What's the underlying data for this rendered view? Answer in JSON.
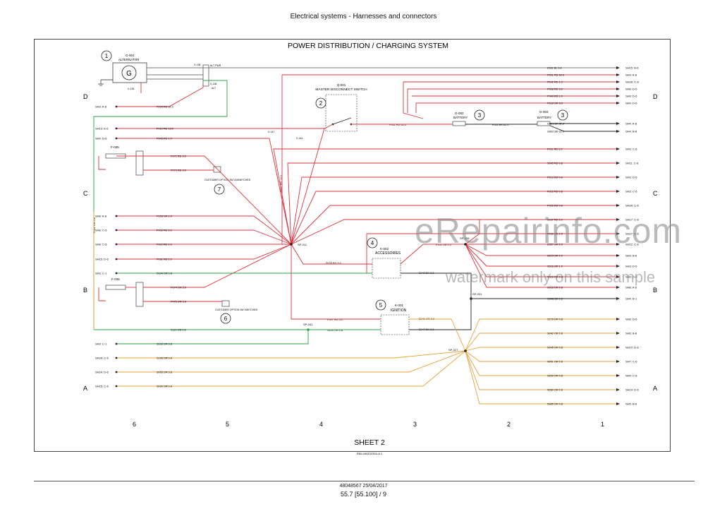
{
  "header": {
    "page_title": "Electrical systems - Harnesses and connectors"
  },
  "diagram": {
    "title": "POWER DISTRIBUTION / CHARGING SYSTEM",
    "sheet": "SHEET 2",
    "doc_code": "RAIL16DDZ001LA   1",
    "row_letters": {
      "d": "D",
      "c": "C",
      "b": "B",
      "a": "A"
    },
    "col_numbers": {
      "c6": "6",
      "c5": "5",
      "c4": "4",
      "c3": "3",
      "c2": "2",
      "c1": "1"
    },
    "callouts": {
      "n1": "1",
      "n2": "2",
      "n3a": "3",
      "n3b": "3",
      "n4": "4",
      "n5": "5",
      "n6": "6",
      "n7": "7"
    },
    "components": {
      "g001": "G-001",
      "g001_desc": "ALTERNATOR",
      "g001_symbol": "G",
      "q001": "Q-001",
      "q001_desc": "MASTER DISCONNECT SWITCH",
      "g002": "G-002",
      "g002_desc": "BATTERY",
      "g003": "G-003",
      "g003_desc": "BATTERY",
      "k002": "K-002",
      "k002_desc": "ACCESSORIES",
      "k001": "K-001",
      "k001_desc": "IGNITION",
      "f035": "F-035",
      "f036": "F-036",
      "sp011": "SP-011",
      "sp026": "SP-026",
      "sp027": "SP-027",
      "sp031": "SP-031",
      "sp041": "SP-041",
      "opt7_desc": "CUSTOMER OPTION 3W UNSWITCHED",
      "opt6_desc": "CUSTOMER OPTION 3W SWITCHED",
      "x138": "X-138",
      "alt_pwr": "ALT PWR",
      "x135": "X-135",
      "x136": "X-136",
      "alt": "ALT",
      "x147": "X-147",
      "x144": "X-144"
    },
    "left_refs": [
      {
        "ref": "SH3: A-6",
        "wire": "P004 RD 32.0"
      },
      {
        "ref": "SH19: E-6",
        "wire": "P010 RD 13.0"
      },
      {
        "ref": "SH9: D-6",
        "wire": "P043 RD 1.0"
      },
      {
        "ref": "",
        "wire": "P072 RD 3.0"
      },
      {
        "ref": "",
        "wire": "P073 RD 3.0"
      },
      {
        "ref": "SH8: A-8",
        "wire": "P105 OR 2.0"
      },
      {
        "ref": "SH8: C-6",
        "wire": "P003 RD 2.0"
      },
      {
        "ref": "SH8: C-6",
        "wire": "P029 RD 2.0"
      },
      {
        "ref": "SH15: D-6",
        "wire": "P031 RD 2.0"
      },
      {
        "ref": "SH3: C-1",
        "wire": "S104 OR 0.8"
      },
      {
        "ref": "",
        "wire": "P074 OR 3.0"
      },
      {
        "ref": "",
        "wire": "P075 OR 3.0"
      },
      {
        "ref": "",
        "wire": "S110 OR 0.8"
      },
      {
        "ref": "SH3: C-1",
        "wire": "S105 OR 0.8"
      },
      {
        "ref": "SH28: C-6",
        "wire": "S108 OR 0.8"
      },
      {
        "ref": "SH24: D-6",
        "wire": "S095 OR 0.8"
      },
      {
        "ref": "SH15: C-6",
        "wire": "S090 OR 0.8"
      }
    ],
    "right_refs": [
      {
        "wire": "Z132 BL 0.8",
        "ref": "SH15: B-6"
      },
      {
        "wire": "P001 RD 62.0",
        "ref": "SH3: A-8"
      },
      {
        "wire": "P042 RD 1.0",
        "ref": "SH28: C-8"
      },
      {
        "wire": "P008 RD 3.0",
        "ref": "SH8: D-6"
      },
      {
        "wire": "P040 RD 1.0",
        "ref": "SH9: D-6"
      },
      {
        "wire": "P018 OR 3.0",
        "ref": "SH9: D-6"
      },
      {
        "wire": "G001 BK 62.0",
        "ref": "SH4: A-8"
      },
      {
        "wire": "G002 BK 62.0",
        "ref": "SH4: B-8"
      },
      {
        "wire": "P011 RD 1.0",
        "ref": "SH3: C-6"
      },
      {
        "wire": "S045 RD 0.8",
        "ref": "SH11: C-6"
      },
      {
        "wire": "P013 RD 0.8",
        "ref": "SH3: D-6"
      },
      {
        "wire": "P016 RD 0.8",
        "ref": "SH3: C-6"
      },
      {
        "wire": "P025 RD 0.8",
        "ref": "SH30: C-6"
      },
      {
        "wire": "S237 RD 2.0",
        "ref": "SH17: C-6"
      },
      {
        "wire": "P030 OR 2.0",
        "ref": "SH27: D-6"
      },
      {
        "wire": "Z02P OR 2.0",
        "ref": "SH12: C-6"
      },
      {
        "wire": "S013 OR 2.0",
        "ref": "SH3: B-6"
      },
      {
        "wire": "S016 OR 1.0",
        "ref": "SH3: D-6"
      },
      {
        "wire": "S016 OR 0.8",
        "ref": "SH3: D-6"
      },
      {
        "wire": "S018 OR 0.8",
        "ref": "SH8: A-6"
      },
      {
        "wire": "G046 BK 0.8",
        "ref": "SH4: B-1"
      },
      {
        "wire": "S176 OR 0.8",
        "ref": "SH8: D-6"
      },
      {
        "wire": "S042 OR 0.8",
        "ref": "SH6: B-6"
      },
      {
        "wire": "S045 OR 0.8",
        "ref": "SH10: D-6"
      },
      {
        "wire": "S051 OR 0.8",
        "ref": "SH7: C-6"
      },
      {
        "wire": "S259 OR 0.8",
        "ref": "SH9: C-6"
      },
      {
        "wire": "S080 OR 0.8",
        "ref": "SH19: D-6"
      },
      {
        "wire": "S085 OR 0.8",
        "ref": "SH5: B-6"
      }
    ],
    "inner_wires": {
      "p001": "P001 RD 62.0",
      "p002": "P002 BK 62.0",
      "p001v": "P001 RD 16.0",
      "p002v": "P002 OR 0.8",
      "p101": "P101 OR 2.0",
      "p009": "P009 RD 5.0",
      "s049": "S049 BK 0.8",
      "p007": "P007 RD 5.0",
      "s109": "S109 OR 0.8",
      "s041": "S041 OR 3.0",
      "s047": "S047 BK 0.8"
    },
    "watermark": "eRepairinfo.com",
    "watermark2": "watermark only on this sample"
  },
  "footer": {
    "doc_id": "48048567 25/04/2017",
    "page_ref": "55.7 [55.100] / 9"
  },
  "colors": {
    "red": "#d9343f",
    "green": "#2e9e4b",
    "orange": "#e8a23a",
    "black": "#222222",
    "gray": "#777777"
  }
}
